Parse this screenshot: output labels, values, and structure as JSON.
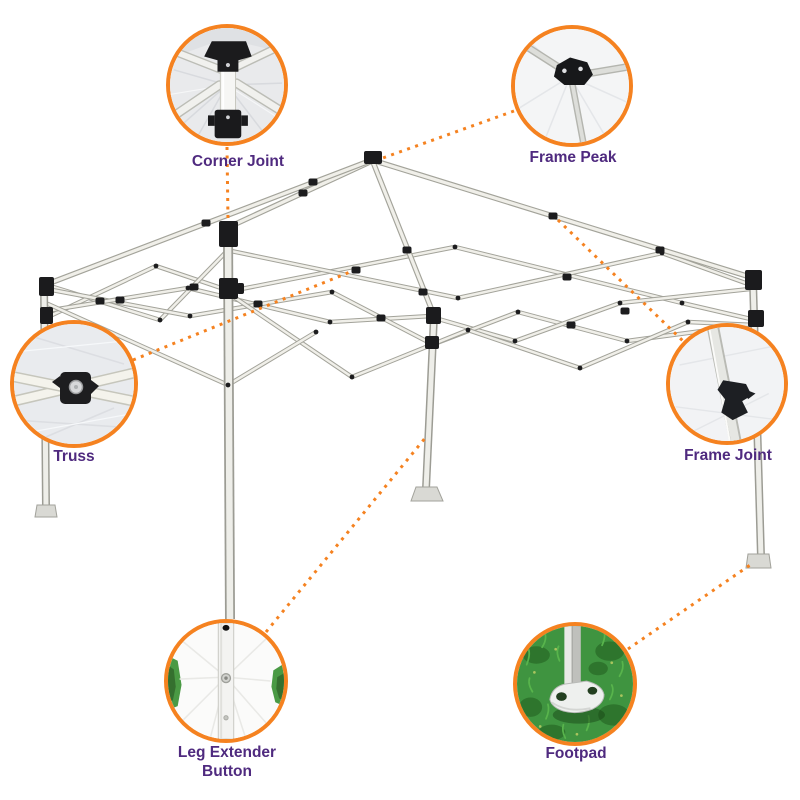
{
  "illustration": {
    "subject": "Pop-up canopy frame parts diagram"
  },
  "colors": {
    "accent_orange": "#F58220",
    "label_purple": "#4F2A7F"
  },
  "callouts": [
    {
      "id": "corner-joint",
      "label": "Corner Joint"
    },
    {
      "id": "frame-peak",
      "label": "Frame Peak"
    },
    {
      "id": "truss",
      "label": "Truss"
    },
    {
      "id": "frame-joint",
      "label": "Frame Joint"
    },
    {
      "id": "leg-extender-button",
      "label": "Leg Extender Button"
    },
    {
      "id": "footpad",
      "label": "Footpad"
    }
  ]
}
